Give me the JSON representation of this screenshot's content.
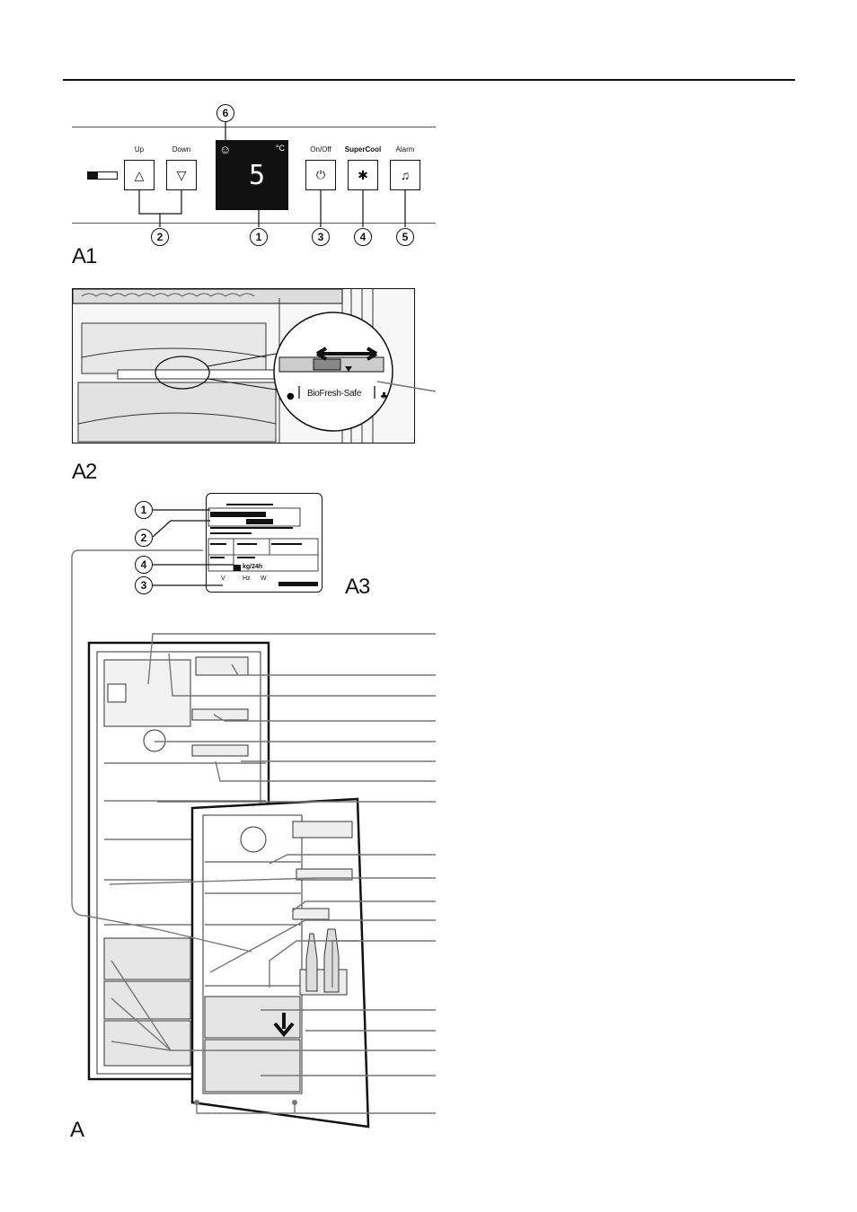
{
  "figures": {
    "a1": "A1",
    "a2": "A2",
    "a3": "A3",
    "a": "A"
  },
  "control_panel": {
    "up_label": "Up",
    "down_label": "Down",
    "onoff_label": "On/Off",
    "supercool_label": "SuperCool",
    "alarm_label": "Alarm",
    "display_value": "5",
    "display_unit": "°C",
    "callouts": [
      "1",
      "2",
      "3",
      "4",
      "5",
      "6"
    ]
  },
  "biofresh": {
    "label": "BioFresh-Safe"
  },
  "rating_plate": {
    "callouts": [
      "1",
      "2",
      "4",
      "3"
    ],
    "kg_label": "kg/24h",
    "hz_label": "Hz",
    "w_label": "W",
    "v_label": "V"
  }
}
